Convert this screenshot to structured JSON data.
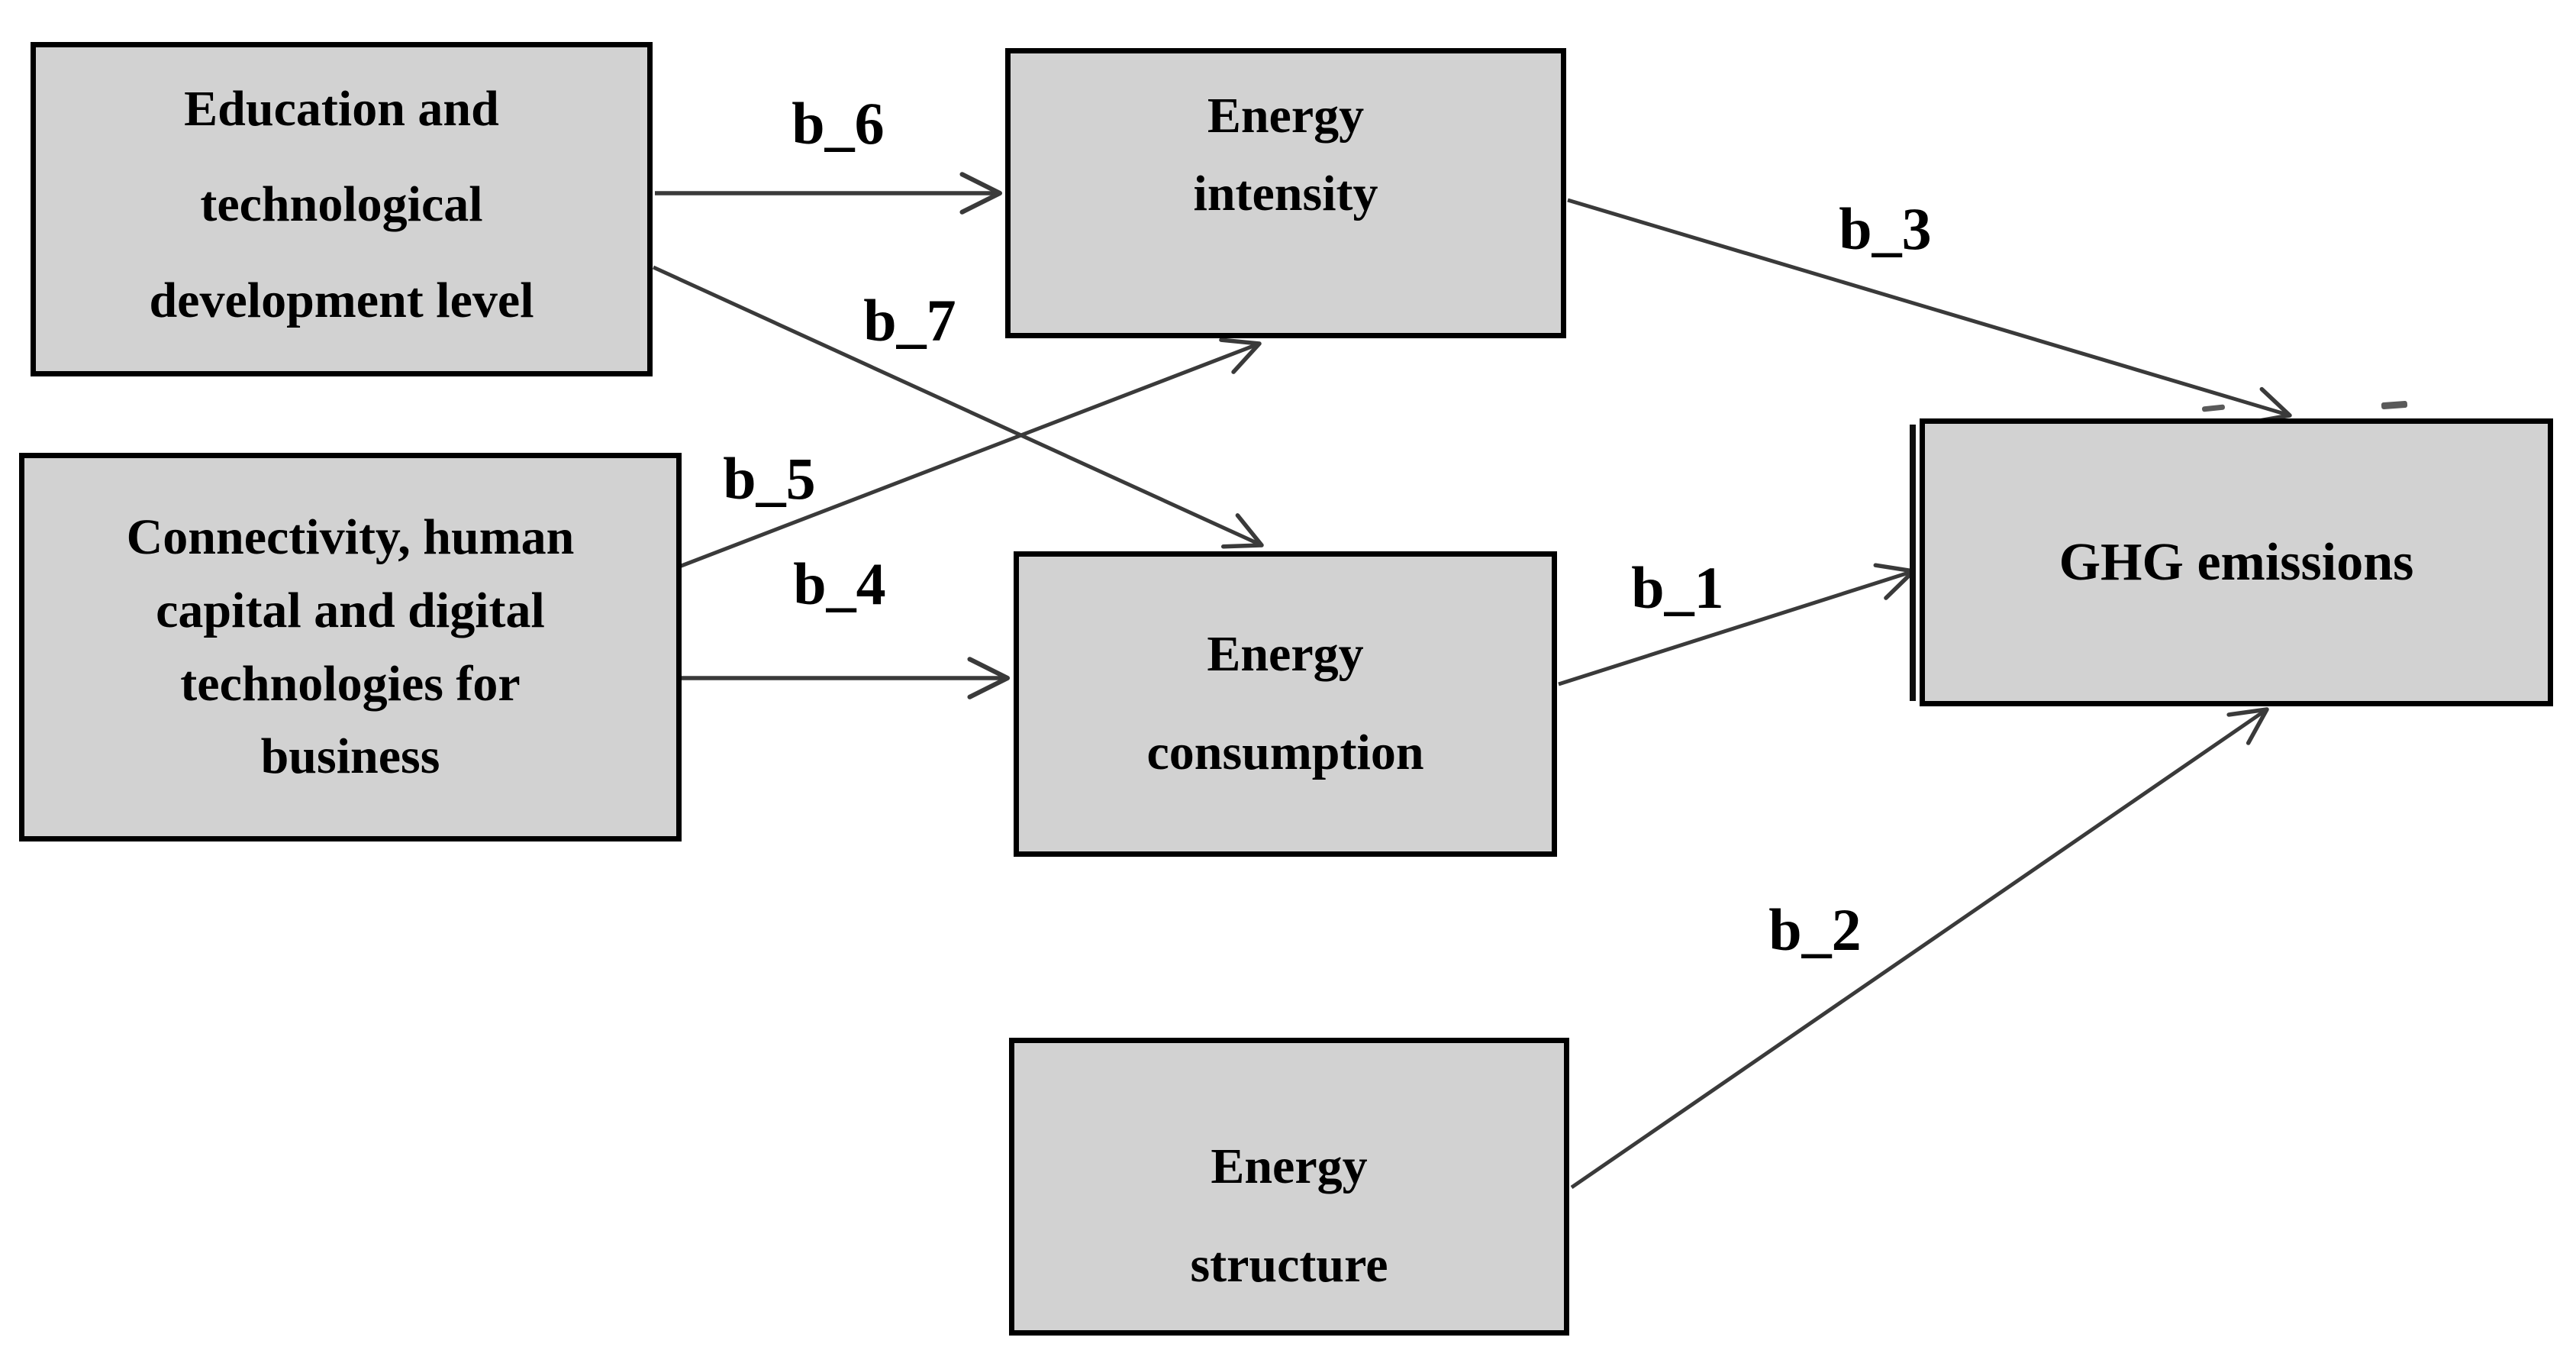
{
  "figure": {
    "background_color": "#ffffff",
    "box_fill_color": "#d2d2d2",
    "box_border_color": "#000000",
    "arrow_color": "#3a3a3a"
  },
  "nodes": {
    "education": {
      "text": "Education and\ntechnological\ndevelopment level"
    },
    "connectivity": {
      "text": "Connectivity, human\ncapital and digital\ntechnologies for\nbusiness"
    },
    "energy_intensity": {
      "text": "Energy\nintensity"
    },
    "energy_consumption": {
      "text": "Energy\nconsumption"
    },
    "energy_structure": {
      "text": "Energy\nstructure"
    },
    "ghg": {
      "text": "GHG emissions"
    }
  },
  "edges": {
    "b6": {
      "label": "b_6",
      "from": "education",
      "to": "energy_intensity"
    },
    "b7": {
      "label": "b_7",
      "from": "education",
      "to": "energy_consumption"
    },
    "b5": {
      "label": "b_5",
      "from": "connectivity",
      "to": "energy_intensity"
    },
    "b4": {
      "label": "b_4",
      "from": "connectivity",
      "to": "energy_consumption"
    },
    "b3": {
      "label": "b_3",
      "from": "energy_intensity",
      "to": "ghg"
    },
    "b1": {
      "label": "b_1",
      "from": "energy_consumption",
      "to": "ghg"
    },
    "b2": {
      "label": "b_2",
      "from": "energy_structure",
      "to": "ghg"
    }
  }
}
